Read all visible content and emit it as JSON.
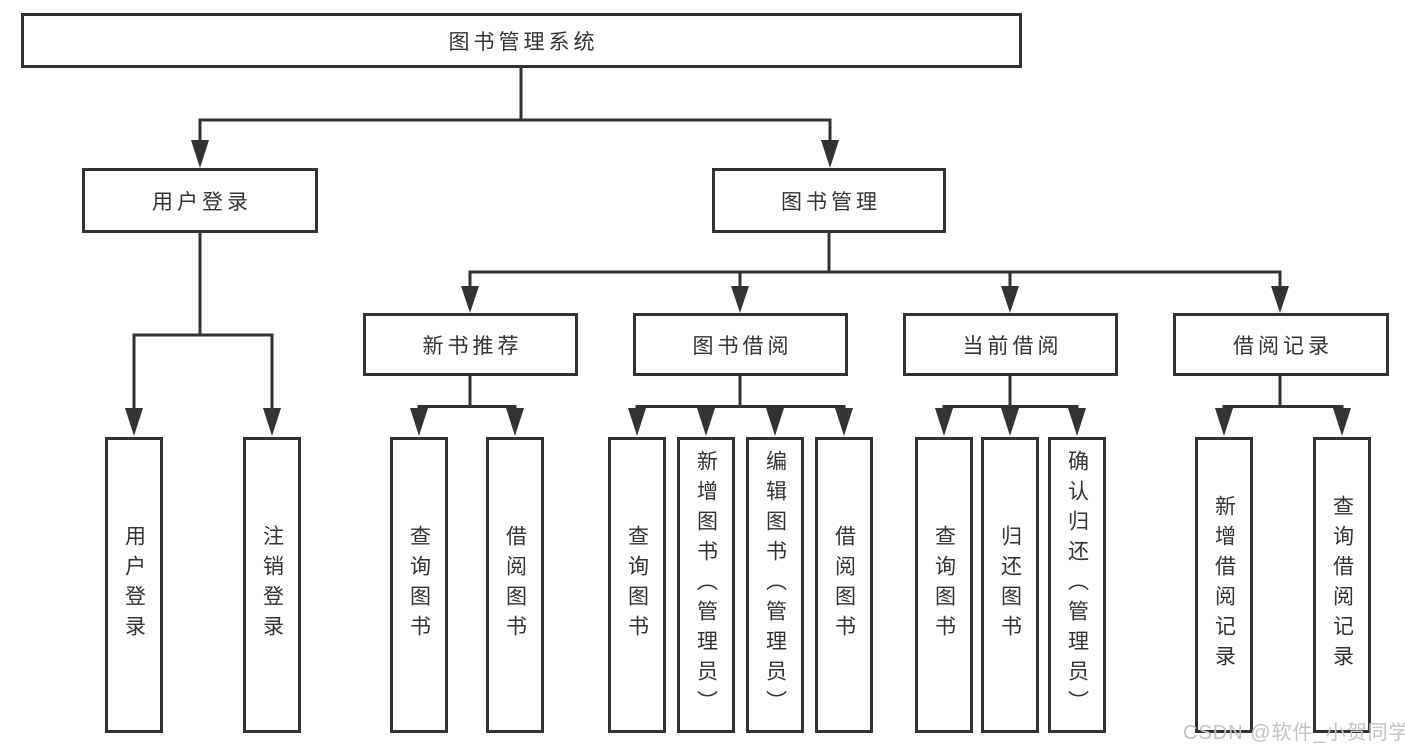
{
  "diagram": {
    "type": "hierarchy-tree",
    "title": "图书管理系统",
    "nodes": {
      "root": "图书管理系统",
      "user_login": "用户登录",
      "book_mgmt": "图书管理",
      "new_book_rec": "新书推荐",
      "book_borrow": "图书借阅",
      "current_borrow": "当前借阅",
      "borrow_records": "借阅记录",
      "leaf_user_login": "用户登录",
      "leaf_logout": "注销登录",
      "leaf_query_book_rec": "查询图书",
      "leaf_borrow_book_rec": "借阅图书",
      "leaf_query_book_borrow": "查询图书",
      "leaf_add_book_admin": "新增图书（管理员）",
      "leaf_edit_book_admin": "编辑图书（管理员）",
      "leaf_borrow_book_borrow": "借阅图书",
      "leaf_query_book_current": "查询图书",
      "leaf_return_book": "归还图书",
      "leaf_confirm_return_admin": "确认归还（管理员）",
      "leaf_add_borrow_record": "新增借阅记录",
      "leaf_query_borrow_record": "查询借阅记录"
    },
    "edges": [
      [
        "root",
        "user_login"
      ],
      [
        "root",
        "book_mgmt"
      ],
      [
        "user_login",
        "leaf_user_login"
      ],
      [
        "user_login",
        "leaf_logout"
      ],
      [
        "book_mgmt",
        "new_book_rec"
      ],
      [
        "book_mgmt",
        "book_borrow"
      ],
      [
        "book_mgmt",
        "current_borrow"
      ],
      [
        "book_mgmt",
        "borrow_records"
      ],
      [
        "new_book_rec",
        "leaf_query_book_rec"
      ],
      [
        "new_book_rec",
        "leaf_borrow_book_rec"
      ],
      [
        "book_borrow",
        "leaf_query_book_borrow"
      ],
      [
        "book_borrow",
        "leaf_add_book_admin"
      ],
      [
        "book_borrow",
        "leaf_edit_book_admin"
      ],
      [
        "book_borrow",
        "leaf_borrow_book_borrow"
      ],
      [
        "current_borrow",
        "leaf_query_book_current"
      ],
      [
        "current_borrow",
        "leaf_return_book"
      ],
      [
        "current_borrow",
        "leaf_confirm_return_admin"
      ],
      [
        "borrow_records",
        "leaf_add_borrow_record"
      ],
      [
        "borrow_records",
        "leaf_query_borrow_record"
      ]
    ],
    "watermark": "CSDN @软件_小贺同学",
    "colors": {
      "line": "#333333",
      "text": "#333333",
      "watermark": "#c3c3c3",
      "background": "#ffffff"
    }
  }
}
